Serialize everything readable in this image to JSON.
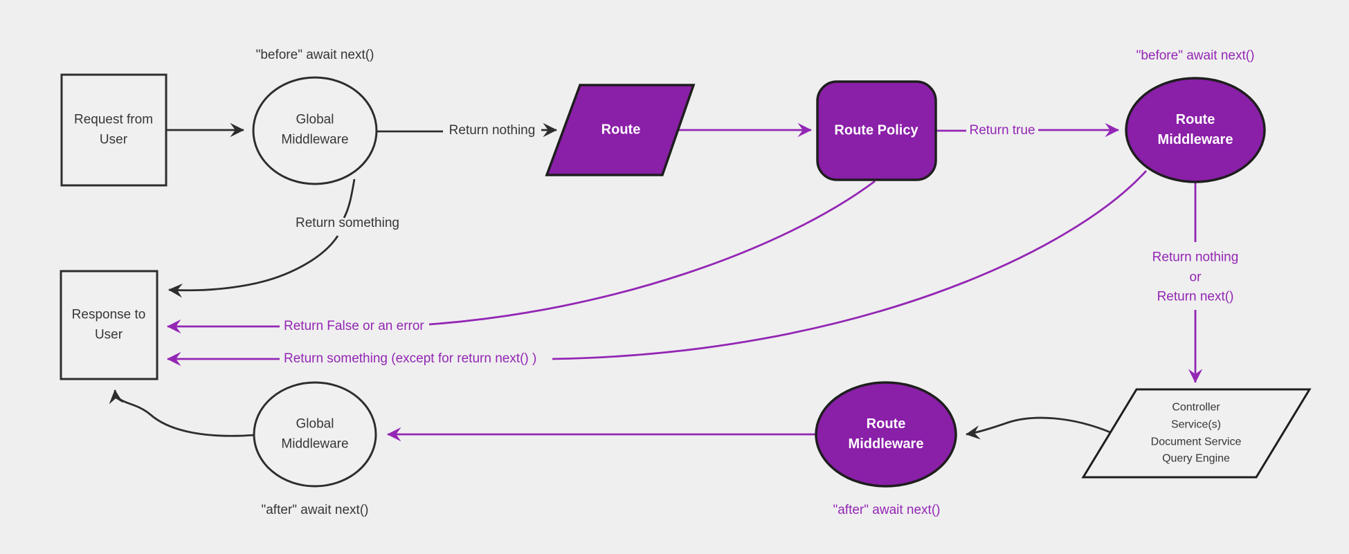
{
  "diagram": {
    "description": "Request lifecycle flowchart with global middlewares, route, route policy, route middlewares and controller layers",
    "colors": {
      "background": "#efefef",
      "node_outline": "#2d2d2d",
      "dark_text": "#363636",
      "purple_fill": "#8a1fa8",
      "purple_accent": "#9326b4",
      "node_text_light": "#ffffff"
    },
    "nodes": {
      "request": {
        "shape": "rectangle",
        "label": "Request from\nUser"
      },
      "global_middleware_top": {
        "shape": "ellipse",
        "label": "Global\nMiddleware"
      },
      "route": {
        "shape": "parallelogram",
        "label": "Route"
      },
      "route_policy": {
        "shape": "rounded-rectangle",
        "label": "Route Policy"
      },
      "route_middleware_top": {
        "shape": "ellipse",
        "label": "Route\nMiddleware"
      },
      "response": {
        "shape": "rectangle",
        "label": "Response to\nUser"
      },
      "controller": {
        "shape": "parallelogram",
        "label": "Controller\nService(s)\nDocument Service\nQuery Engine"
      },
      "route_middleware_bottom": {
        "shape": "ellipse",
        "label": "Route\nMiddleware"
      },
      "global_middleware_bottom": {
        "shape": "ellipse",
        "label": "Global\nMiddleware"
      }
    },
    "edge_labels": {
      "before_await_next_global": "\"before\" await next()",
      "return_nothing": "Return nothing",
      "return_true": "Return true",
      "before_await_next_route": "\"before\" await next()",
      "return_something": "Return something",
      "return_false_or_error": "Return False or an error",
      "return_something_except": "Return something (except for return next() )",
      "return_nothing_or_next": "Return nothing\nor\nReturn next()",
      "after_await_next_route": "\"after\" await next()",
      "after_await_next_global": "\"after\" await next()"
    }
  }
}
